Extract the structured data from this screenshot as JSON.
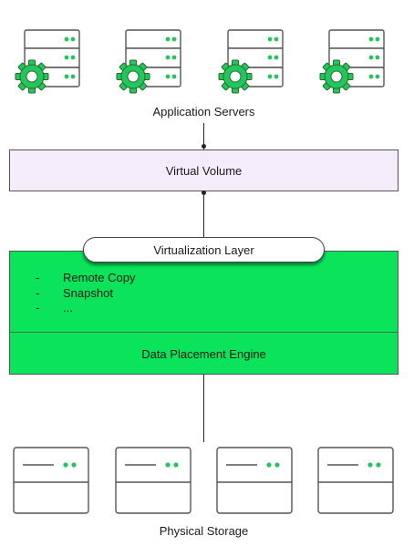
{
  "application_servers": {
    "label": "Application Servers",
    "count": 4,
    "icon": "server-with-gear-icon"
  },
  "virtual_volume": {
    "label": "Virtual Volume"
  },
  "virtualization_layer": {
    "title": "Virtualization Layer",
    "features": [
      "Remote Copy",
      "Snapshot",
      "..."
    ]
  },
  "data_placement_engine": {
    "label": "Data Placement Engine"
  },
  "physical_storage": {
    "label": "Physical Storage",
    "count": 4,
    "icon": "storage-drive-icon"
  },
  "colors": {
    "green": "#0be35a",
    "lavender": "#f5ecfb",
    "gear": "#22c55e"
  }
}
